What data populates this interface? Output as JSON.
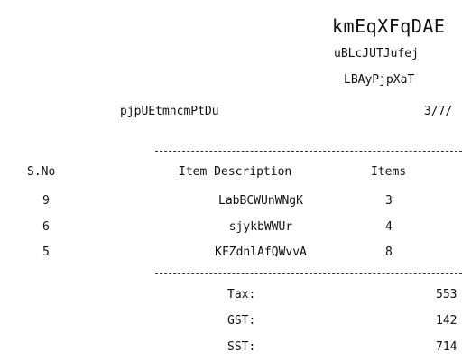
{
  "store": {
    "name": "kmEqXFqDAE",
    "line1": "uBLcJUTJufej",
    "line2": "LBAyPjpXaT"
  },
  "receipt": {
    "id": "pjpUEtmncmPtDu",
    "date": "3/7/"
  },
  "table": {
    "headers": {
      "sno": "S.No",
      "description": "Item Description",
      "items": "Items"
    },
    "rows": [
      {
        "sno": "9",
        "description": "LabBCWUnWNgK",
        "items": "3"
      },
      {
        "sno": "6",
        "description": "sjykbWWUr",
        "items": "4"
      },
      {
        "sno": "5",
        "description": "KFZdnlAfQWvvA",
        "items": "8"
      }
    ]
  },
  "totals": [
    {
      "label": "Tax:",
      "value": "553"
    },
    {
      "label": "GST:",
      "value": "142"
    },
    {
      "label": "SST:",
      "value": "714"
    }
  ]
}
